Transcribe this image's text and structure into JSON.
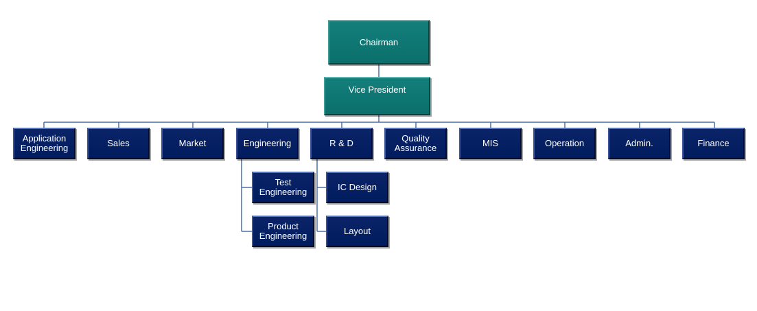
{
  "colors": {
    "top_box": "#0f7a76",
    "dept_box": "#002060",
    "connector": "#4a6ea3"
  },
  "chart": {
    "top": {
      "label": "Chairman"
    },
    "vp": {
      "label": "Vice President"
    },
    "departments": [
      {
        "label": "Application Engineering"
      },
      {
        "label": "Sales"
      },
      {
        "label": "Market"
      },
      {
        "label": "Engineering"
      },
      {
        "label": "R & D"
      },
      {
        "label": "Quality Assurance"
      },
      {
        "label": "MIS"
      },
      {
        "label": "Operation"
      },
      {
        "label": "Admin."
      },
      {
        "label": "Finance"
      }
    ],
    "engineering_children": [
      {
        "label": "Test Engineering"
      },
      {
        "label": "Product Engineering"
      }
    ],
    "rd_children": [
      {
        "label": "IC Design"
      },
      {
        "label": "Layout"
      }
    ]
  }
}
